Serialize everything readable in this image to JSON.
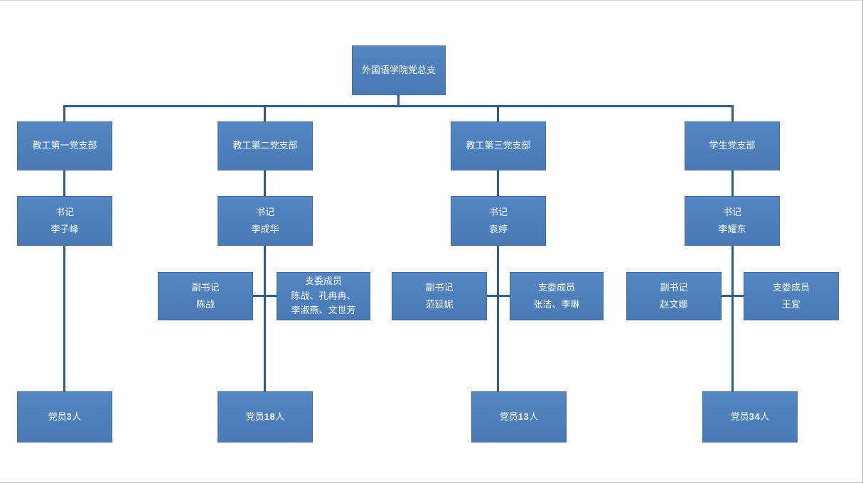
{
  "org": {
    "root": "外国语学院党总支",
    "branches": [
      {
        "title": "教工第一党支部",
        "secretary": {
          "role": "书记",
          "name": "李子峰"
        },
        "members": {
          "prefix": "党员",
          "count": "3",
          "suffix": "人"
        }
      },
      {
        "title": "教工第二党支部",
        "secretary": {
          "role": "书记",
          "name": "李成华"
        },
        "deputy": {
          "role": "副书记",
          "name": "陈战"
        },
        "committee": {
          "role": "支委成员",
          "names": [
            "陈战、孔冉冉、",
            "李淑燕、文世芳"
          ]
        },
        "members": {
          "prefix": "党员",
          "count": "18",
          "suffix": "人"
        }
      },
      {
        "title": "教工第三党支部",
        "secretary": {
          "role": "书记",
          "name": "袁婷"
        },
        "deputy": {
          "role": "副书记",
          "name": "范延妮"
        },
        "committee": {
          "role": "支委成员",
          "names": [
            "张洁、李琳"
          ]
        },
        "members": {
          "prefix": "党员",
          "count": "13",
          "suffix": "人"
        }
      },
      {
        "title": "学生党支部",
        "secretary": {
          "role": "书记",
          "name": "李耀东"
        },
        "deputy": {
          "role": "副书记",
          "name": "赵文娜"
        },
        "committee": {
          "role": "支委成员",
          "names": [
            "王宜"
          ]
        },
        "members": {
          "prefix": "党员",
          "count": "34",
          "suffix": "人"
        }
      }
    ],
    "colors": {
      "node_fill": "#4F81BD",
      "node_border": "#406BA3",
      "connector": "#2A5D94",
      "text": "#FFFFFF"
    }
  }
}
